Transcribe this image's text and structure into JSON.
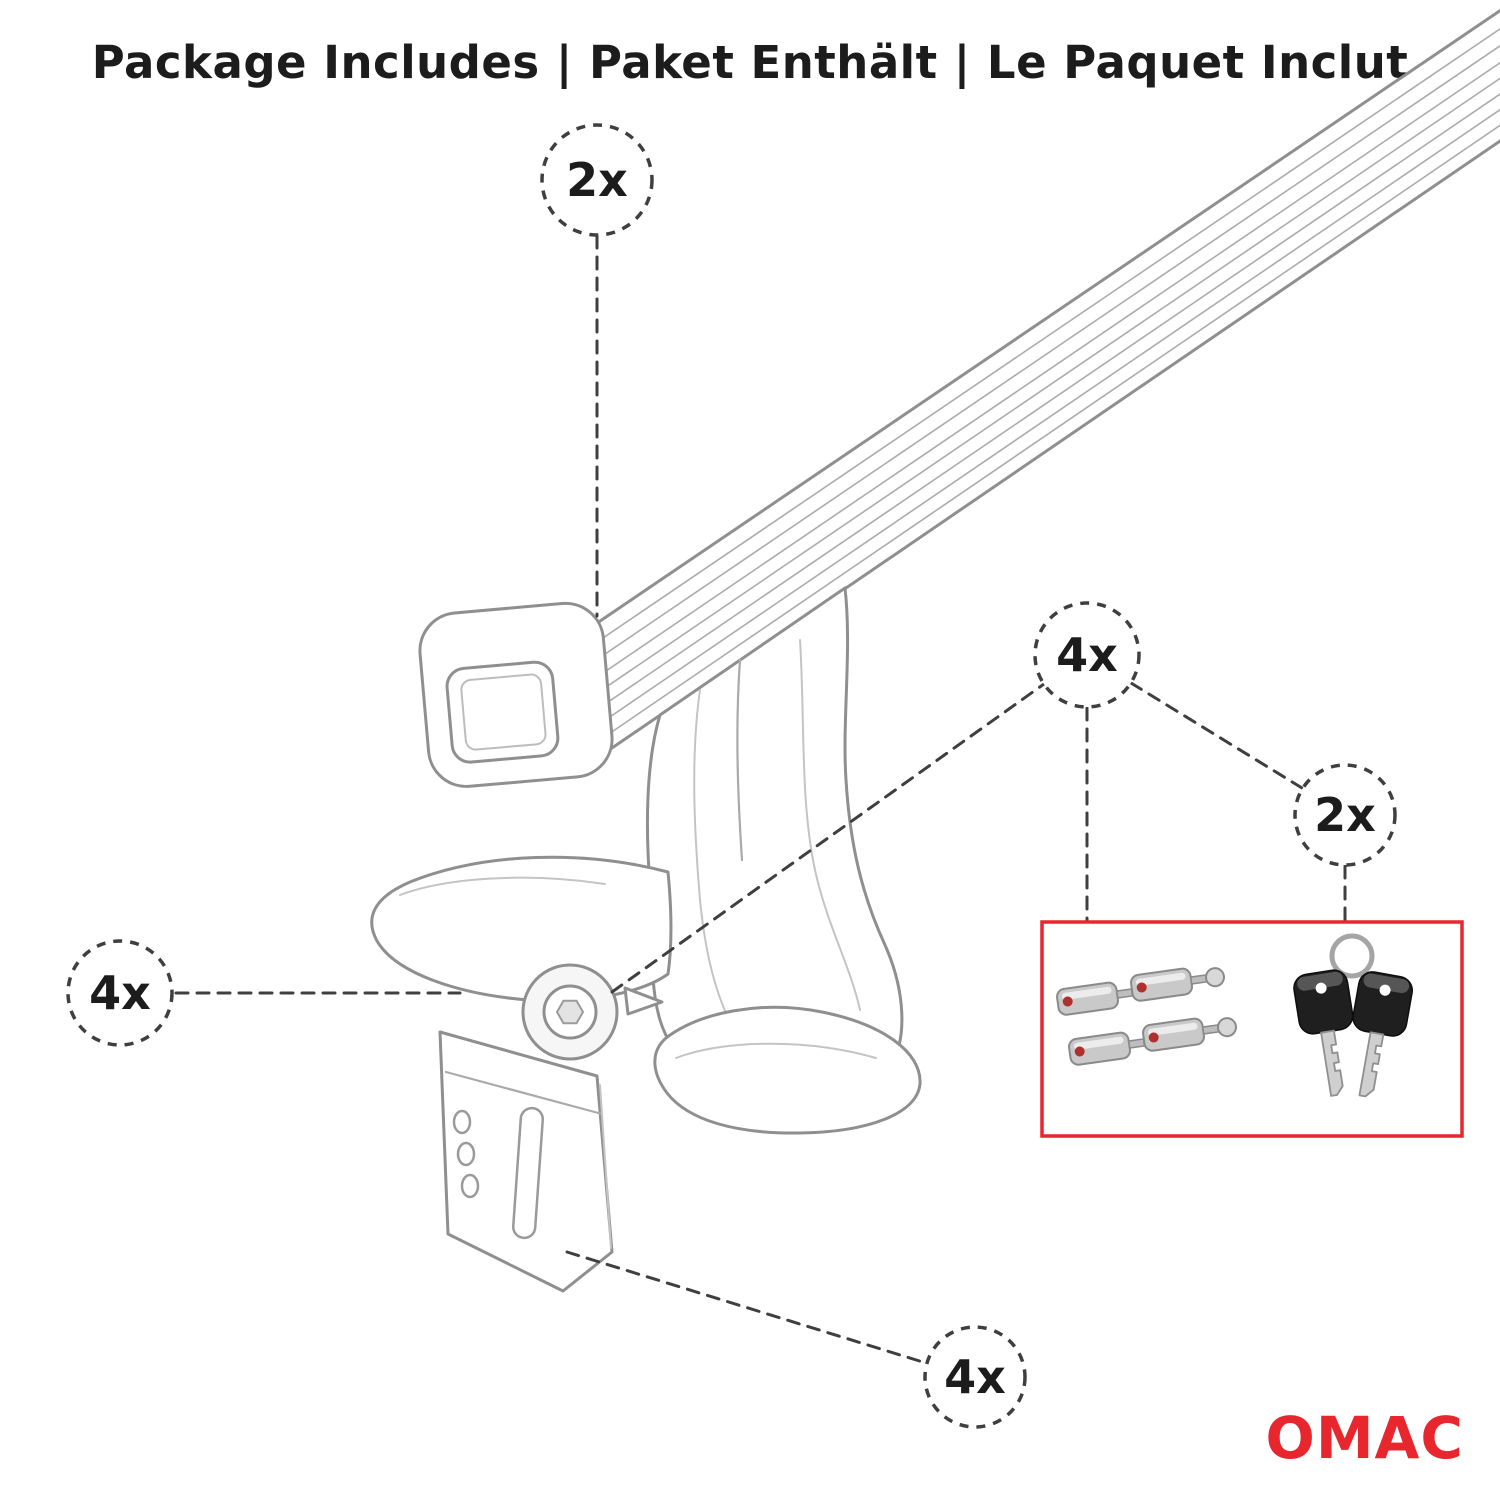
{
  "title": "Package Includes | Paket Enthält | Le Paquet Inclut",
  "callouts": {
    "crossbar": {
      "label": "2x",
      "part": "cross-bar"
    },
    "feet": {
      "label": "4x",
      "part": "mounting-foot"
    },
    "bolts": {
      "label": "4x",
      "part": "lock-cylinders"
    },
    "keys": {
      "label": "2x",
      "part": "keys"
    },
    "clamps": {
      "label": "4x",
      "part": "clamp-bracket"
    }
  },
  "brand": {
    "name": "OMAC"
  },
  "colors": {
    "accent": "#e8262e",
    "line": "#8f8f8f",
    "dash": "#3f3f3f",
    "text": "#1c1c1c"
  }
}
